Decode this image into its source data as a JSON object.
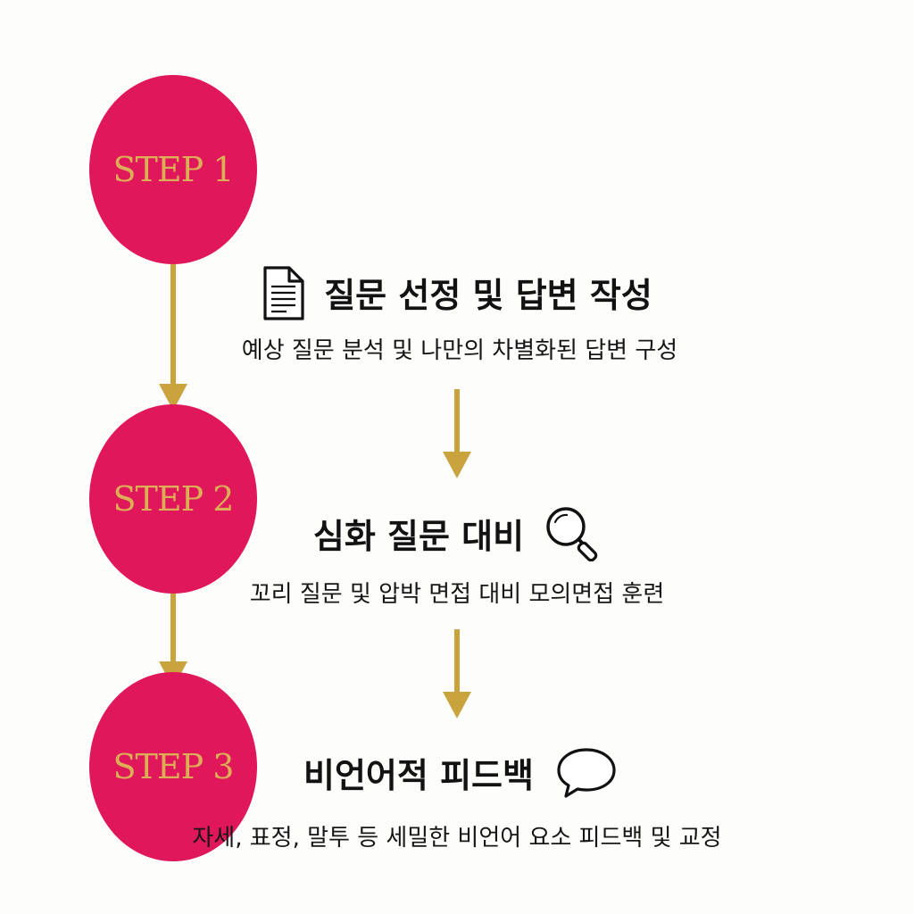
{
  "colors": {
    "circle": "#e0175a",
    "step_label": "#dcae55",
    "arrow": "#c9a43e",
    "text": "#121212"
  },
  "steps": [
    {
      "label": "STEP 1",
      "title": "질문 선정 및 답변 작성",
      "description": "예상 질문 분석 및 나만의 차별화된 답변 구성",
      "icon": "document-icon"
    },
    {
      "label": "STEP 2",
      "title": "심화 질문 대비",
      "description": "꼬리 질문 및 압박 면접 대비 모의면접 훈련",
      "icon": "magnifier-icon"
    },
    {
      "label": "STEP 3",
      "title": "비언어적 피드백",
      "description": "자세, 표정, 말투 등 세밀한 비언어 요소 피드백 및 교정",
      "icon": "speech-bubble-icon"
    }
  ]
}
